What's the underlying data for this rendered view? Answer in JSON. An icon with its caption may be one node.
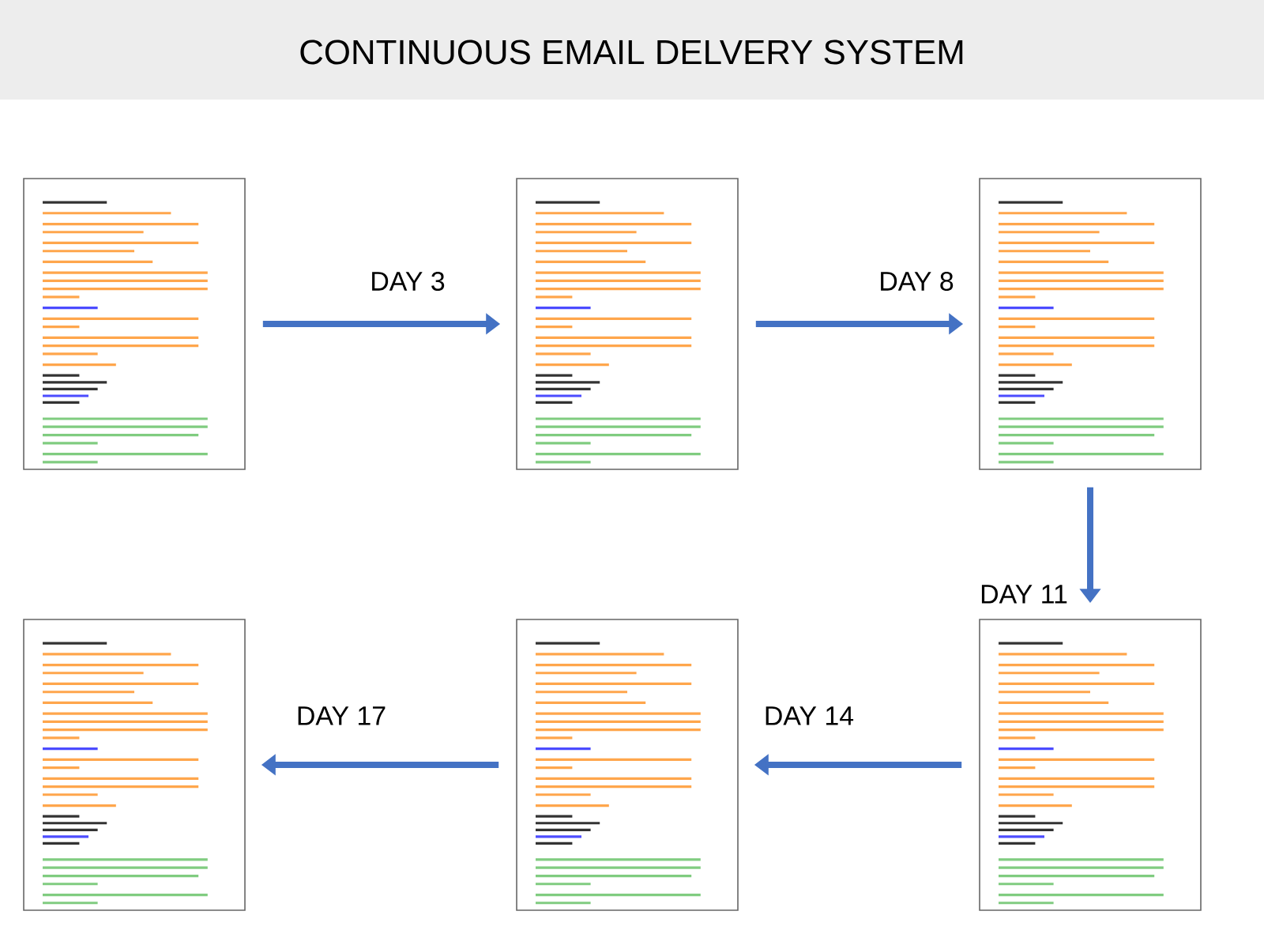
{
  "diagram": {
    "title": "CONTINUOUS EMAIL DELVERY SYSTEM",
    "nodes": [
      {
        "text": [],
        "shape": "picture"
      },
      {
        "text": [],
        "shape": "picture"
      },
      {
        "text": [],
        "shape": "picture"
      },
      {
        "text": [],
        "shape": "picture"
      },
      {
        "text": [],
        "shape": "picture"
      },
      {
        "text": [],
        "shape": "picture"
      }
    ],
    "edges": [
      {
        "from": 0,
        "to": 1,
        "arrow": "to",
        "label": "DAY 3"
      },
      {
        "from": 1,
        "to": 2,
        "arrow": "to",
        "label": "DAY 8"
      },
      {
        "from": 2,
        "to": 5,
        "arrow": "to",
        "label": "DAY 11"
      },
      {
        "from": 5,
        "to": 4,
        "arrow": "to",
        "label": "DAY 14"
      },
      {
        "from": 4,
        "to": 3,
        "arrow": "to",
        "label": "DAY 17"
      }
    ]
  }
}
